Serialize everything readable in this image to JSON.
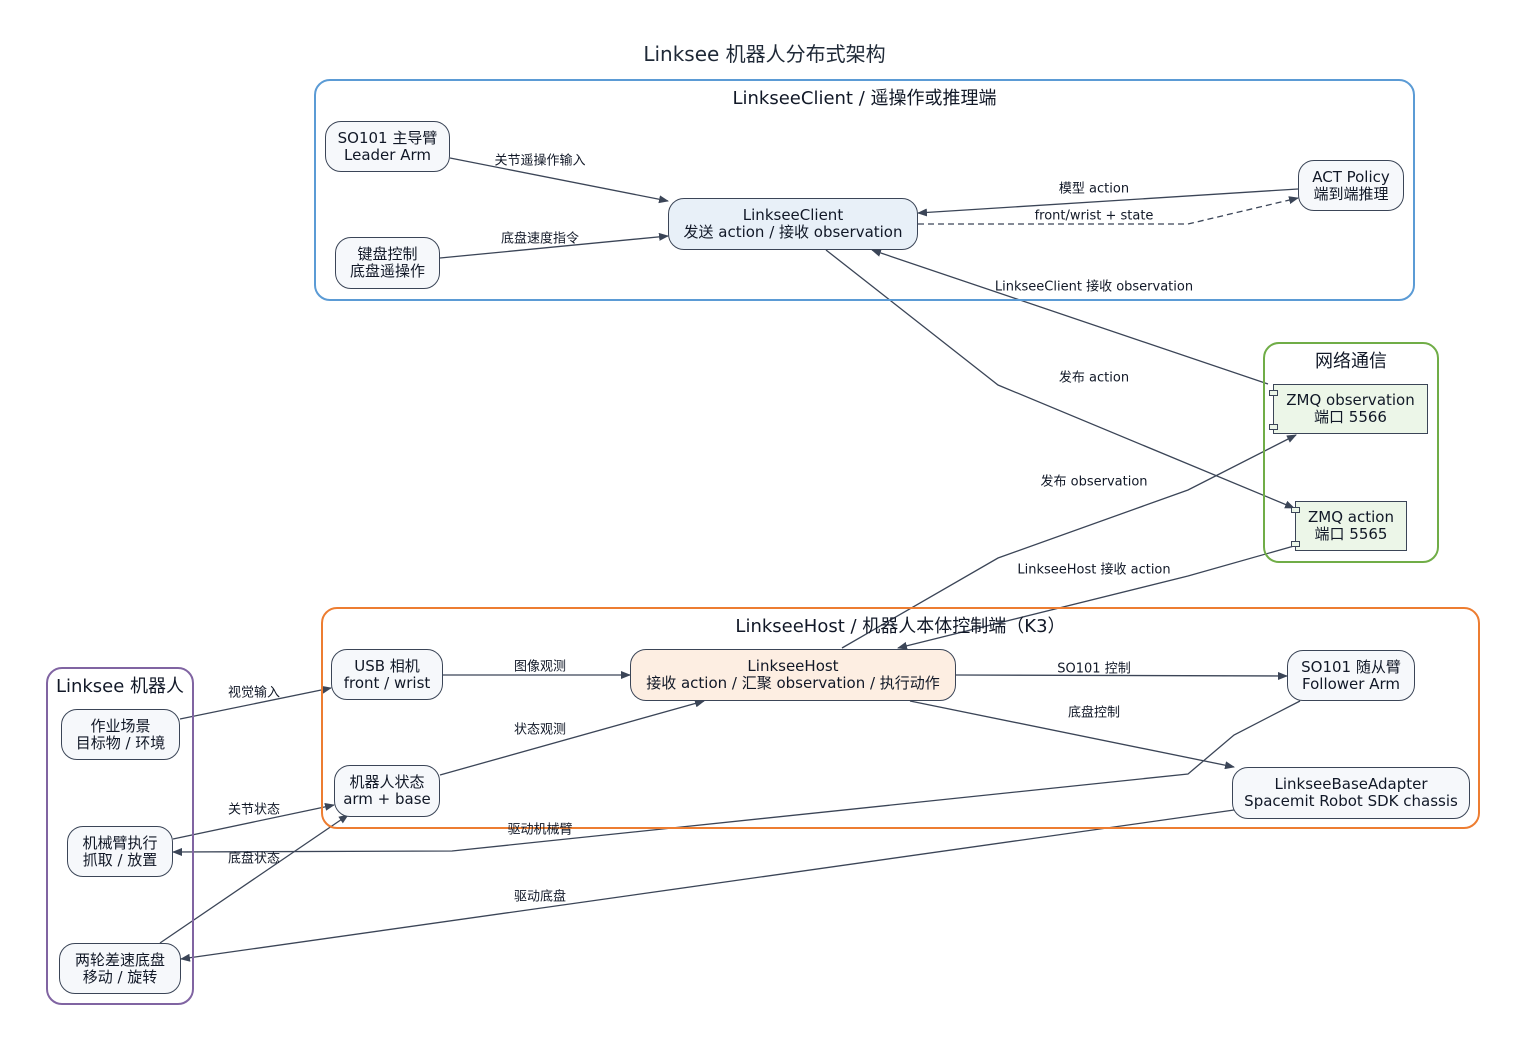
{
  "title": "Linksee 机器人分布式架构",
  "clusters": {
    "client": "LinkseeClient / 遥操作或推理端",
    "network": "网络通信",
    "host": "LinkseeHost / 机器人本体控制端（K3）",
    "robot": "Linksee 机器人"
  },
  "nodes": {
    "leader_arm": [
      "SO101 主导臂",
      "Leader Arm"
    ],
    "keyboard": [
      "键盘控制",
      "底盘遥操作"
    ],
    "client_main": [
      "LinkseeClient",
      "发送 action / 接收 observation"
    ],
    "act_policy": [
      "ACT Policy",
      "端到端推理"
    ],
    "zmq_observation": [
      "ZMQ observation",
      "端口 5566"
    ],
    "zmq_action": [
      "ZMQ action",
      "端口 5565"
    ],
    "usb_camera": [
      "USB 相机",
      "front / wrist"
    ],
    "robot_state": [
      "机器人状态",
      "arm + base"
    ],
    "host_main": [
      "LinkseeHost",
      "接收 action / 汇聚 observation / 执行动作"
    ],
    "follower_arm": [
      "SO101 随从臂",
      "Follower Arm"
    ],
    "base_adapter": [
      "LinkseeBaseAdapter",
      "Spacemit Robot SDK chassis"
    ],
    "scene": [
      "作业场景",
      "目标物 / 环境"
    ],
    "arm_exec": [
      "机械臂执行",
      "抓取 / 放置"
    ],
    "chassis": [
      "两轮差速底盘",
      "移动 / 旋转"
    ]
  },
  "edges": {
    "joint_teleop": "关节遥操作输入",
    "base_speed": "底盘速度指令",
    "model_action": "模型 action",
    "front_wrist_state": "front/wrist + state",
    "client_recv_obs": "LinkseeClient 接收 observation",
    "publish_action": "发布 action",
    "publish_obs": "发布 observation",
    "host_recv_action": "LinkseeHost 接收 action",
    "visual_input": "视觉输入",
    "image_obs": "图像观测",
    "state_obs": "状态观测",
    "so101_control": "SO101 控制",
    "base_control": "底盘控制",
    "joint_state": "关节状态",
    "drive_arm": "驱动机械臂",
    "base_state": "底盘状态",
    "drive_base": "驱动底盘"
  },
  "colors": {
    "client_border": "#5b9bd5",
    "network_border": "#70ad47",
    "host_border": "#ed7d31",
    "robot_border": "#8064a2",
    "edge": "#3b4557"
  }
}
